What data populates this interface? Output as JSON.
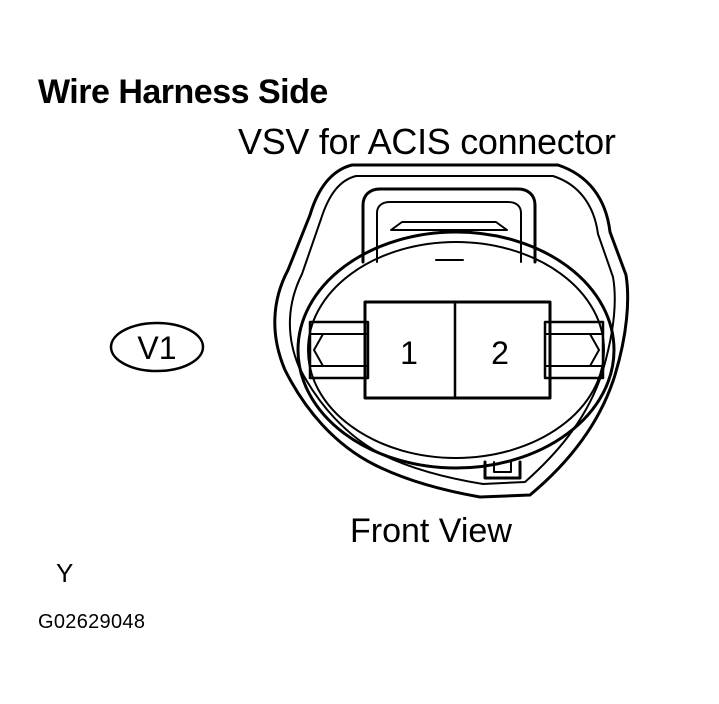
{
  "diagram": {
    "heading": "Wire Harness Side",
    "connector_name": "VSV for ACIS connector",
    "connector_code": "V1",
    "pins": [
      "1",
      "2"
    ],
    "view_label": "Front View",
    "mark": "Y",
    "figure_code": "G02629048"
  }
}
